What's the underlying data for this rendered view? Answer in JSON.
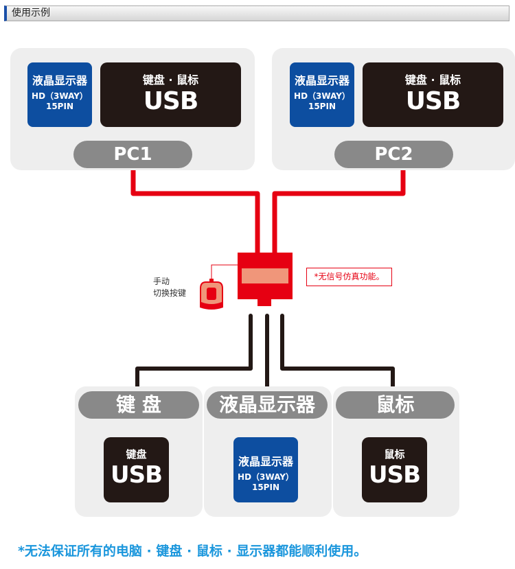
{
  "header": {
    "title": "使用示例"
  },
  "pcs": [
    {
      "label": "PC1",
      "monitor": {
        "line1": "液晶显示器",
        "line2": "HD（3WAY）",
        "line3": "15PIN"
      },
      "usb": {
        "caption": "键盘 · 鼠标",
        "label": "USB"
      }
    },
    {
      "label": "PC2",
      "monitor": {
        "line1": "液晶显示器",
        "line2": "HD（3WAY）",
        "line3": "15PIN"
      },
      "usb": {
        "caption": "键盘 · 鼠标",
        "label": "USB"
      }
    }
  ],
  "switch": {
    "manual_button_line1": "手动",
    "manual_button_line2": "切换按键",
    "note": "*无信号仿真功能。"
  },
  "devices": [
    {
      "title": "键 盘",
      "caption": "键盘",
      "label": "USB"
    },
    {
      "title": "液晶显示器",
      "line1": "液晶显示器",
      "line2": "HD（3WAY）",
      "line3": "15PIN"
    },
    {
      "title": "鼠标",
      "caption": "鼠标",
      "label": "USB"
    }
  ],
  "footer": {
    "disclaimer": "*无法保证所有的电脑 · 键盘 · 鼠标 · 显示器都能顺利使用。"
  },
  "colors": {
    "red": "#e60012",
    "blue": "#0d4ea0",
    "dark": "#231815",
    "gray": "#898989",
    "footer": "#1a96dc"
  }
}
